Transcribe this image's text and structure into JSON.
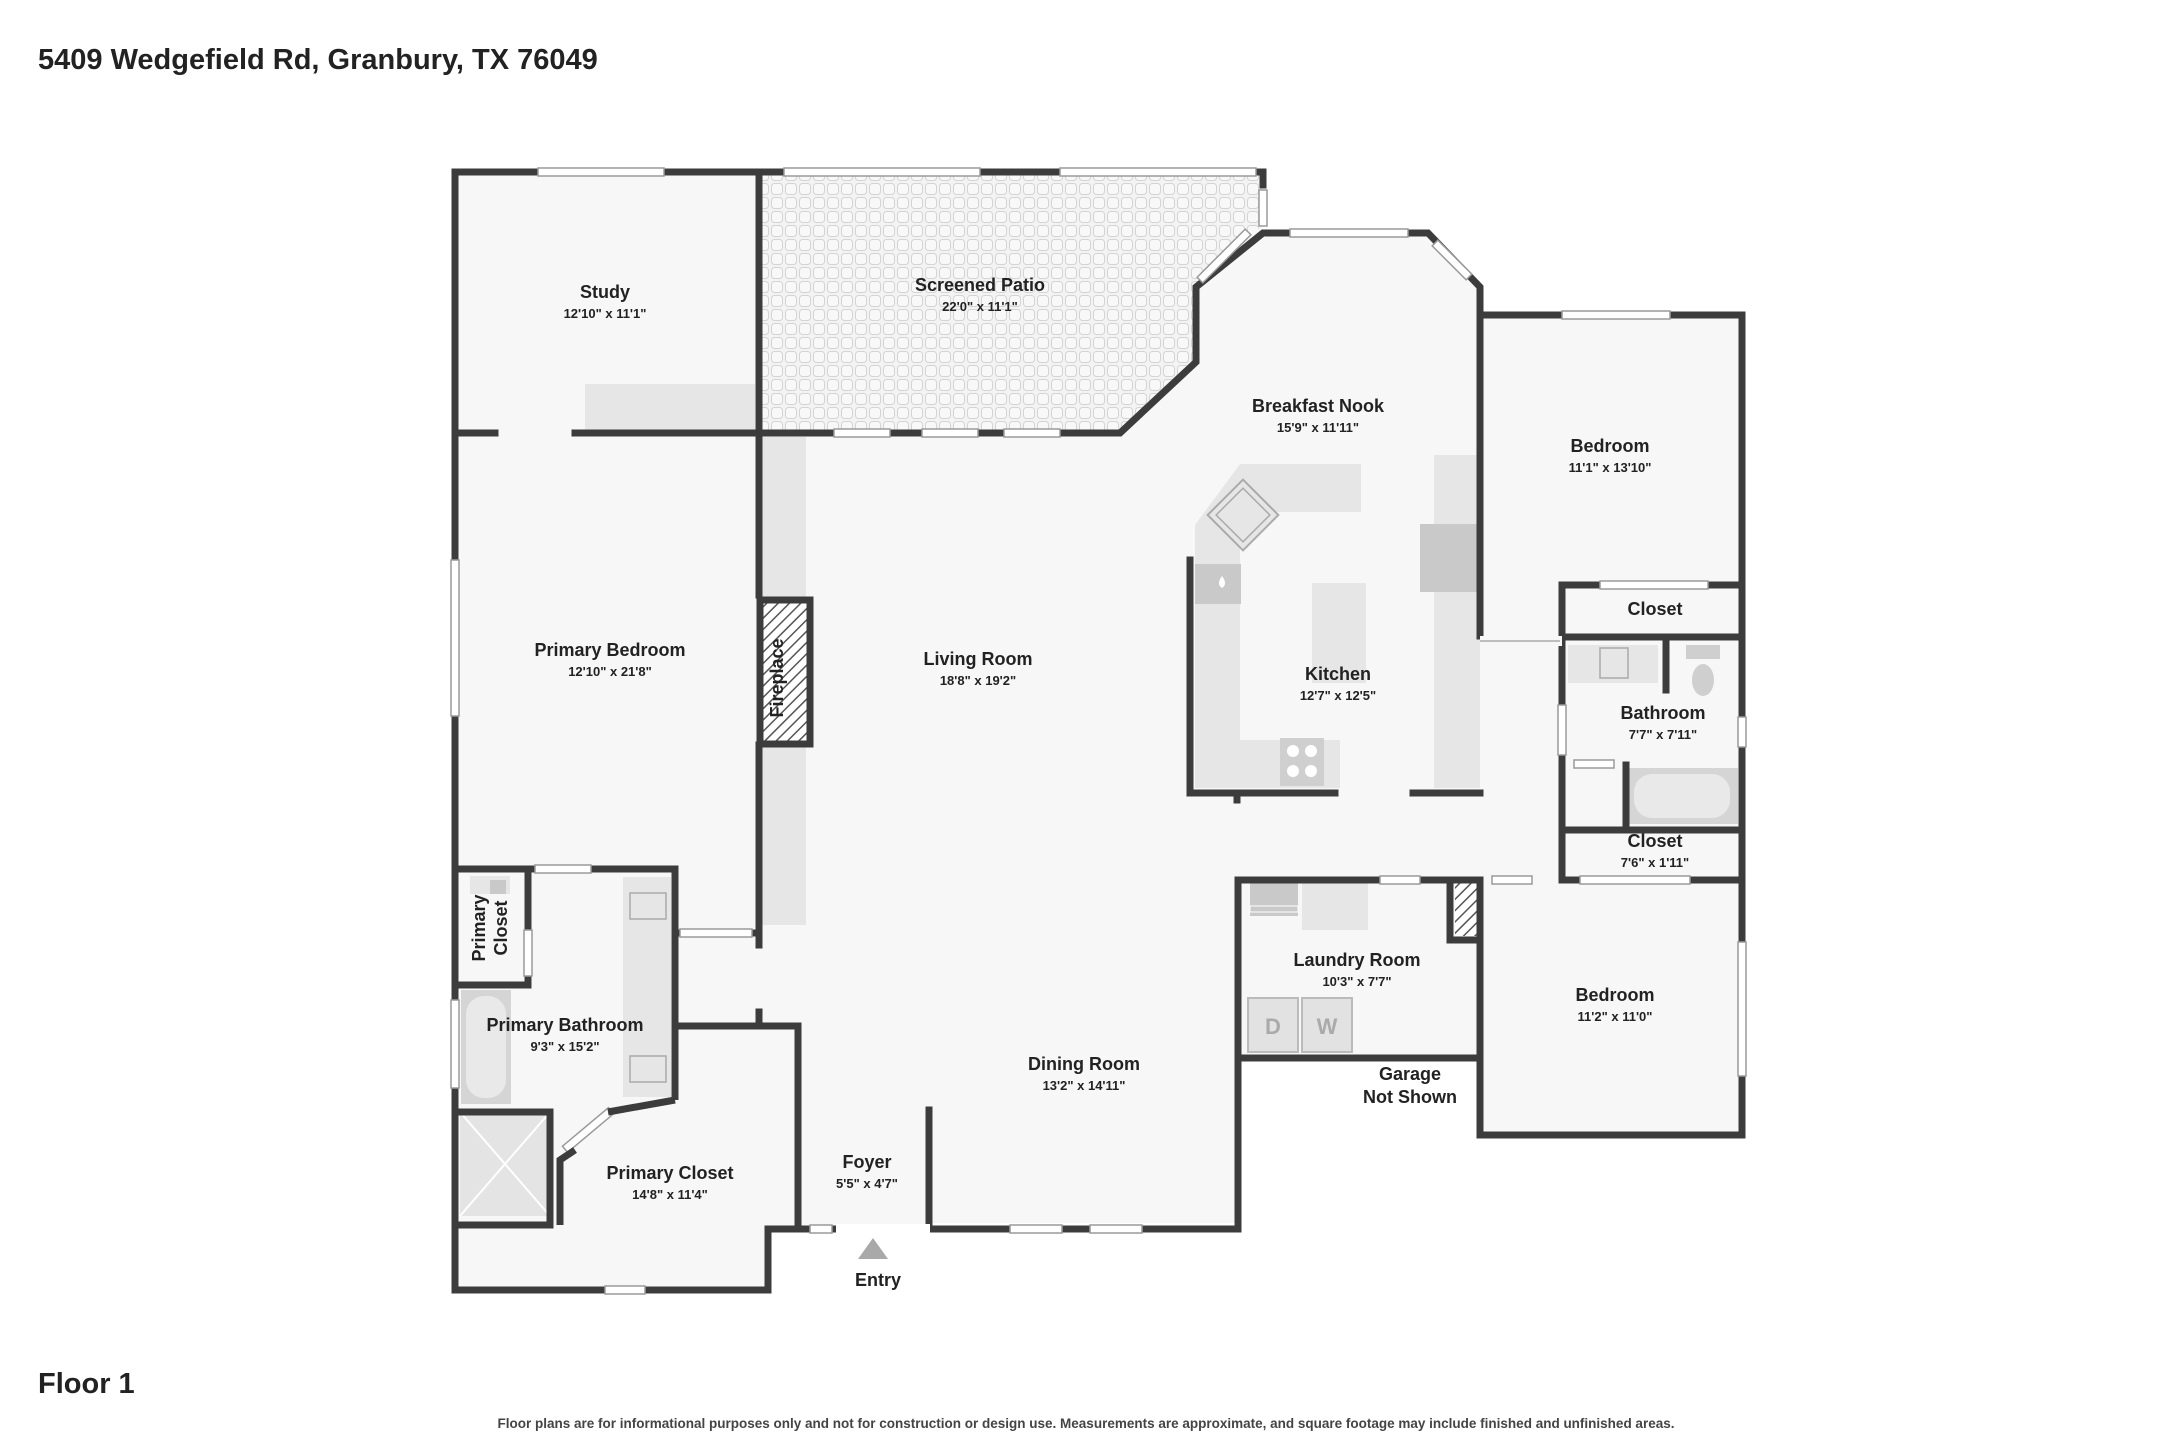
{
  "header": {
    "address": "5409 Wedgefield Rd, Granbury, TX 76049"
  },
  "footer": {
    "floor_label": "Floor 1",
    "disclaimer": "Floor plans are for informational purposes only and not for construction or design use. Measurements are approximate, and square footage may include finished and unfinished areas."
  },
  "rooms": {
    "study": {
      "name": "Study",
      "dims": "12'10\" x 11'1\""
    },
    "screened_patio": {
      "name": "Screened Patio",
      "dims": "22'0\" x 11'1\""
    },
    "breakfast_nook": {
      "name": "Breakfast Nook",
      "dims": "15'9\" x 11'11\""
    },
    "bedroom_1": {
      "name": "Bedroom",
      "dims": "11'1\" x 13'10\""
    },
    "closet_1": {
      "name": "Closet"
    },
    "bathroom": {
      "name": "Bathroom",
      "dims": "7'7\" x 7'11\""
    },
    "closet_2": {
      "name": "Closet",
      "dims": "7'6\" x 1'11\""
    },
    "primary_bedroom": {
      "name": "Primary Bedroom",
      "dims": "12'10\" x 21'8\""
    },
    "fireplace": {
      "name": "Fireplace"
    },
    "living_room": {
      "name": "Living Room",
      "dims": "18'8\" x 19'2\""
    },
    "kitchen": {
      "name": "Kitchen",
      "dims": "12'7\" x 12'5\""
    },
    "primary_closet_small": {
      "line1": "Primary",
      "line2": "Closet"
    },
    "primary_bathroom": {
      "name": "Primary Bathroom",
      "dims": "9'3\" x 15'2\""
    },
    "laundry_room": {
      "name": "Laundry Room",
      "dims": "10'3\" x 7'7\""
    },
    "bedroom_2": {
      "name": "Bedroom",
      "dims": "11'2\" x 11'0\""
    },
    "dining_room": {
      "name": "Dining Room",
      "dims": "13'2\" x 14'11\""
    },
    "garage": {
      "line1": "Garage",
      "line2": "Not Shown"
    },
    "primary_closet": {
      "name": "Primary Closet",
      "dims": "14'8\" x 11'4\""
    },
    "foyer": {
      "name": "Foyer",
      "dims": "5'5\" x 4'7\""
    },
    "entry": {
      "name": "Entry"
    }
  },
  "appliances": {
    "dryer_letter": "D",
    "washer_letter": "W"
  },
  "colors": {
    "wall": "#3c3c3c",
    "floor": "#f7f7f7",
    "fixture": "#e6e6e6"
  }
}
